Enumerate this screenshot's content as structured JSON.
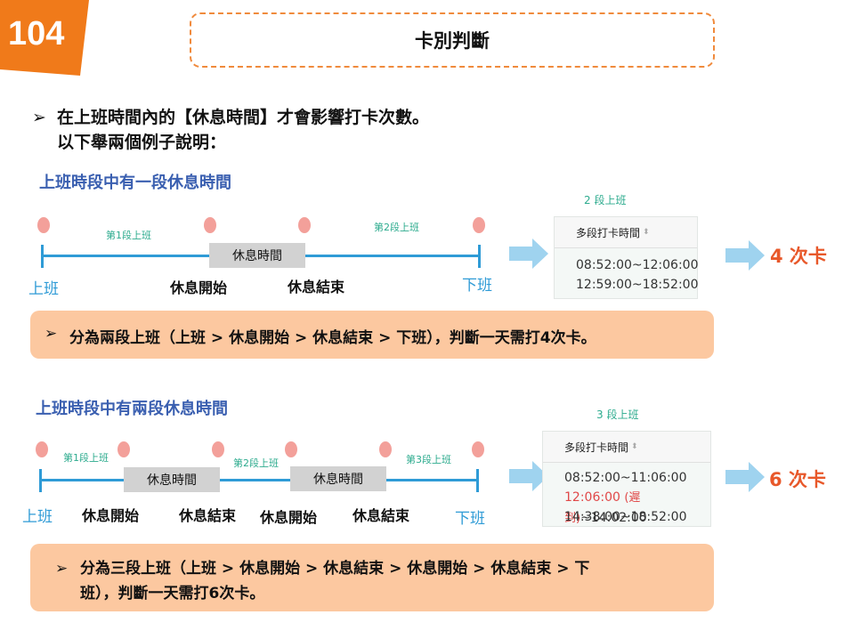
{
  "logo": {
    "text": "104",
    "color": "#f07a1a"
  },
  "title": "卡別判斷",
  "intro": {
    "bullet": "➢",
    "line1": "在上班時間內的【休息時間】才會影響打卡次數。",
    "line2": "以下舉兩個例子說明："
  },
  "example1": {
    "heading": "上班時段中有一段休息時間",
    "segment_labels": [
      "第1段上班",
      "第2段上班"
    ],
    "break_labels": [
      "休息時間"
    ],
    "start_label": "上班",
    "end_label": "下班",
    "event_labels": [
      "休息開始",
      "休息結束"
    ],
    "table": {
      "segment_count": "2 段上班",
      "header": "多段打卡時間",
      "sort_icon": "⬍",
      "rows": [
        "08:52:00~12:06:00",
        "12:59:00~18:52:00"
      ]
    },
    "result": "4 次卡",
    "note": "分為兩段上班（上班 > 休息開始 > 休息結束 > 下班），判斷一天需打4次卡。"
  },
  "example2": {
    "heading": "上班時段中有兩段休息時間",
    "segment_labels": [
      "第1段上班",
      "第2段上班",
      "第3段上班"
    ],
    "break_labels": [
      "休息時間",
      "休息時間"
    ],
    "start_label": "上班",
    "end_label": "下班",
    "event_labels": [
      "休息開始",
      "休息結束",
      "休息開始",
      "休息結束"
    ],
    "table": {
      "segment_count": "3 段上班",
      "header": "多段打卡時間",
      "sort_icon": "⬍",
      "rows": [
        "08:52:00~11:06:00",
        "14:38:00~18:52:00"
      ],
      "late_row": {
        "start": "12:06:00",
        "tag": "(遲到)",
        "end": "~14:02:00"
      }
    },
    "result": "6 次卡",
    "note_line1": "分為三段上班（上班 > 休息開始 > 休息結束 > 休息開始 > 休息結束 > 下",
    "note_line2": "班），判斷一天需打6次卡。"
  },
  "colors": {
    "accent_orange": "#f08a3c",
    "timeline_blue": "#2f9bd6",
    "segment_green": "#2cab8e",
    "heading_blue": "#3a5fb0",
    "result_red": "#e8582a",
    "note_bg": "#fcc8a0",
    "arrow_blue": "#9fd3ef"
  }
}
